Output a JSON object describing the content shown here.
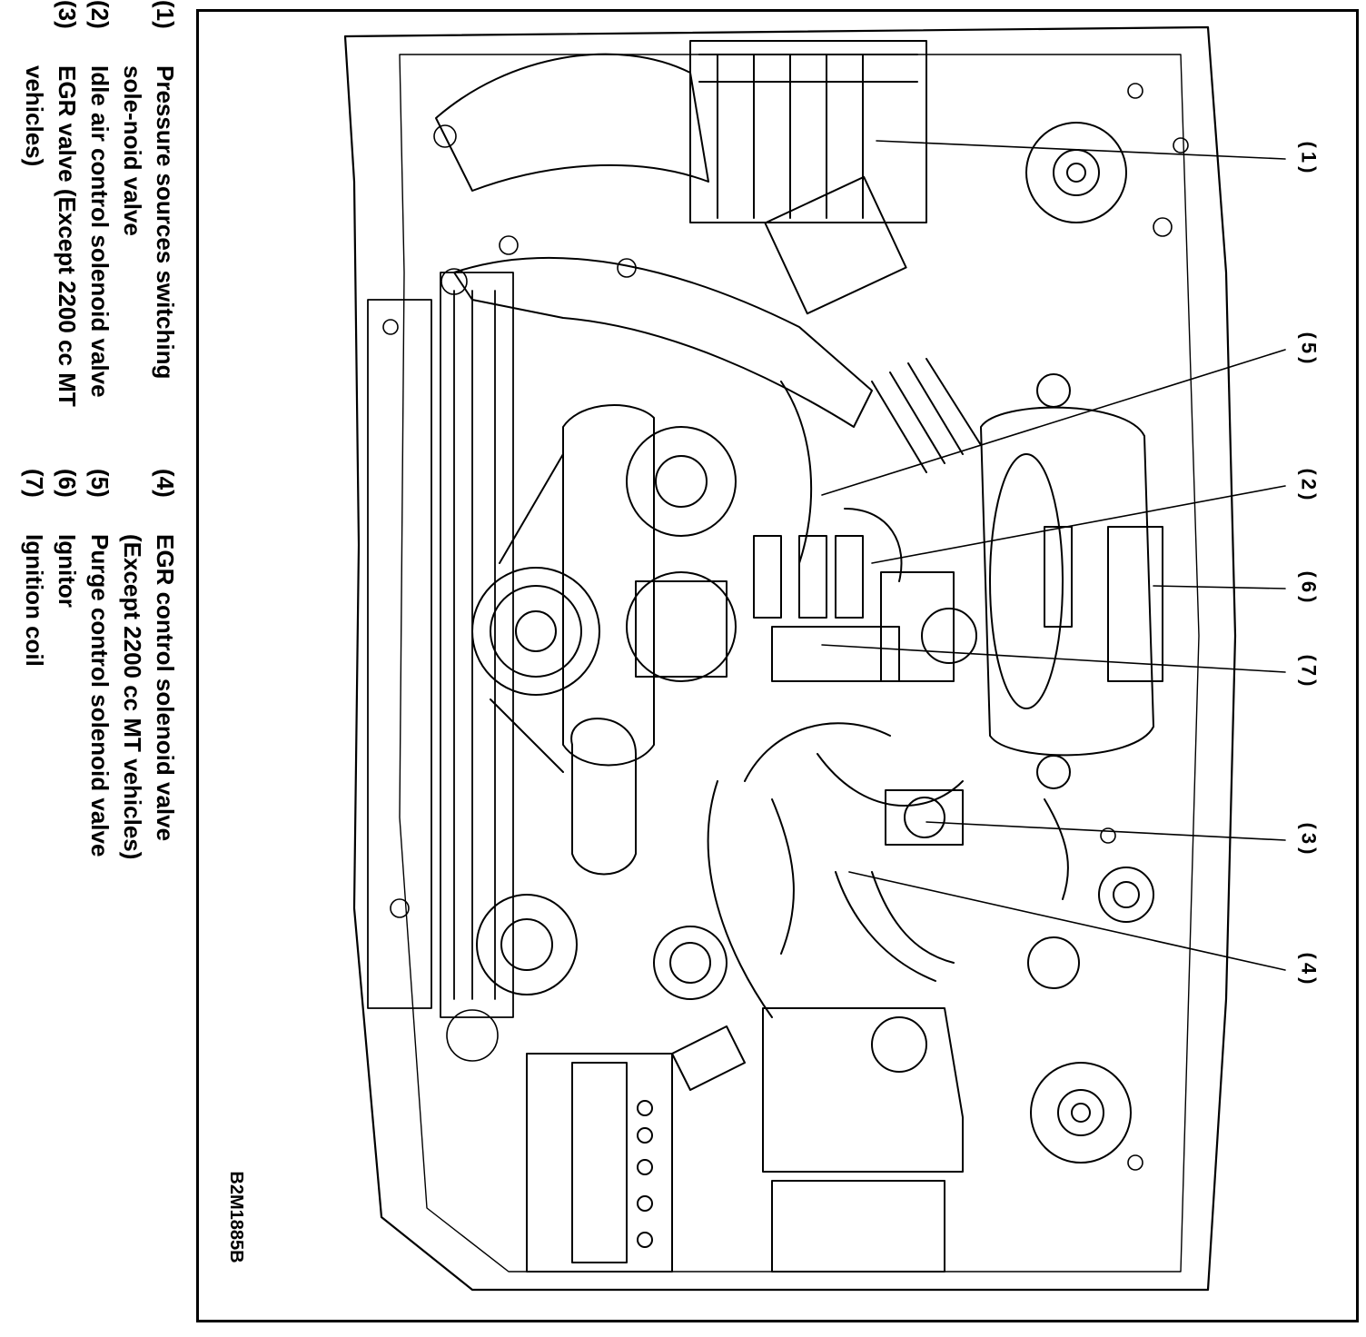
{
  "legend": {
    "items": [
      {
        "num": "(1)",
        "text": "Pressure sources switching sole-noid valve"
      },
      {
        "num": "(2)",
        "text": "Idle air control solenoid valve"
      },
      {
        "num": "(3)",
        "text": "EGR valve (Except 2200 cc MT vehicles)"
      },
      {
        "num": "(4)",
        "text": "EGR control solenoid valve (Except 2200 cc MT vehicles)"
      },
      {
        "num": "(5)",
        "text": "Purge control solenoid valve"
      },
      {
        "num": "(6)",
        "text": "Ignitor"
      },
      {
        "num": "(7)",
        "text": "Ignition coil"
      }
    ]
  },
  "callouts": [
    "(1)",
    "(5)",
    "(2)",
    "(6)",
    "(7)",
    "(3)",
    "(4)"
  ],
  "figure_code": "B2M1885B"
}
